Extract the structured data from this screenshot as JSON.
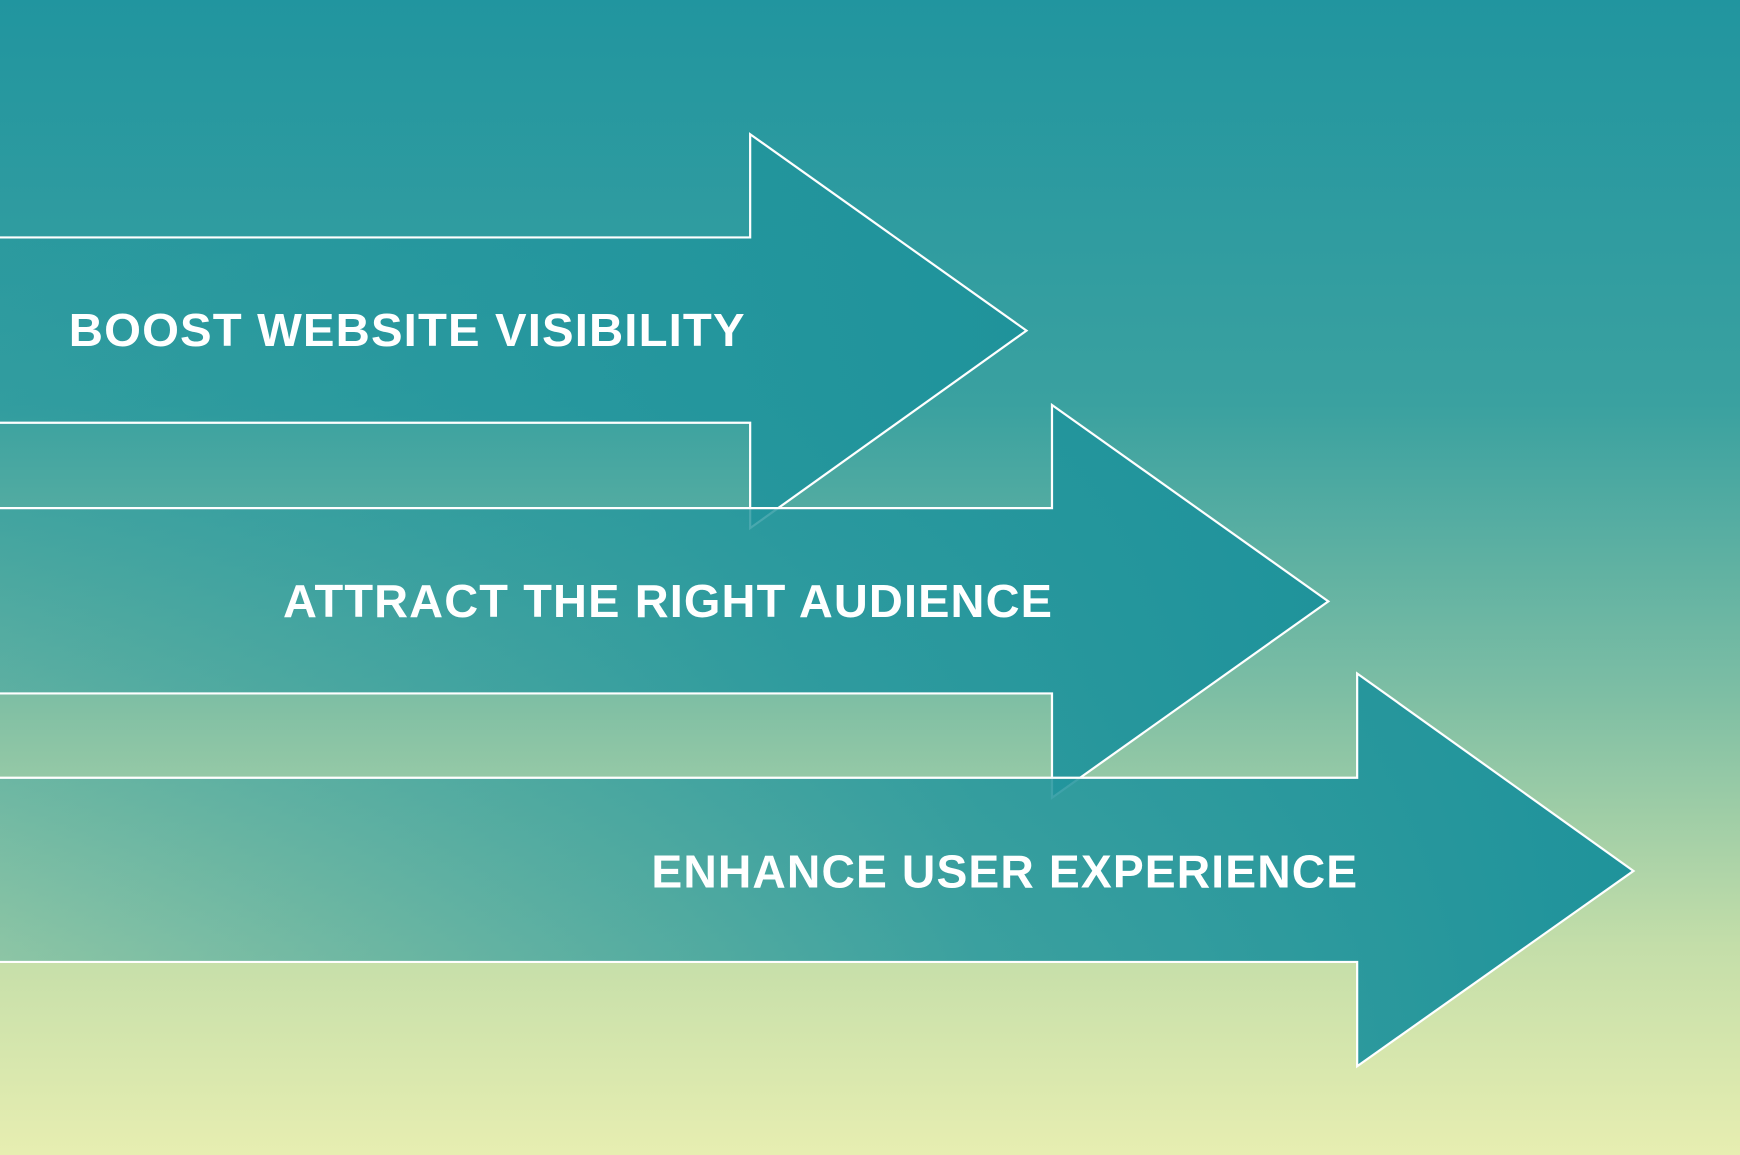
{
  "colors": {
    "background_top": "#21959f",
    "background_mid": "#62b2a2",
    "background_low": "#cfe3ab",
    "background_bottom": "#e7eeb1",
    "arrow_fill": "#22959d",
    "arrow_outline": "#ffffff",
    "text": "#ffffff"
  },
  "arrows": [
    {
      "label": "BOOST WEBSITE VISIBILITY"
    },
    {
      "label": "ATTRACT THE RIGHT AUDIENCE"
    },
    {
      "label": "ENHANCE USER EXPERIENCE"
    }
  ]
}
